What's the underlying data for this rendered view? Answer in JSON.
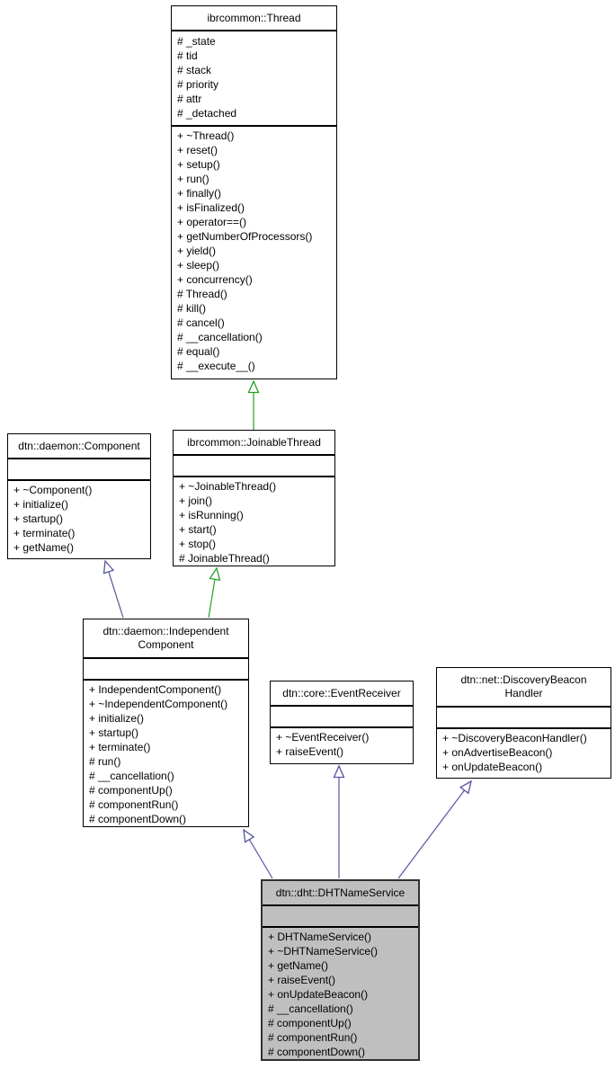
{
  "diagram_type": "uml-inheritance-graph",
  "colors": {
    "public_inheritance": "#54549e",
    "protected_inheritance": "#27a027",
    "node_fill": "#ffffff",
    "node_border": "#000000",
    "highlight_fill": "#bfbfbf",
    "background": "#ffffff"
  },
  "classes": {
    "thread": {
      "title": "ibrcommon::Thread",
      "attributes": [
        "# _state",
        "# tid",
        "# stack",
        "# priority",
        "# attr",
        "# _detached"
      ],
      "methods": [
        "+ ~Thread()",
        "+ reset()",
        "+ setup()",
        "+ run()",
        "+ finally()",
        "+ isFinalized()",
        "+ operator==()",
        "+ getNumberOfProcessors()",
        "+ yield()",
        "+ sleep()",
        "+ concurrency()",
        "# Thread()",
        "# kill()",
        "# cancel()",
        "# __cancellation()",
        "# equal()",
        "# __execute__()"
      ]
    },
    "component": {
      "title": "dtn::daemon::Component",
      "attributes": [],
      "methods": [
        "+ ~Component()",
        "+ initialize()",
        "+ startup()",
        "+ terminate()",
        "+ getName()"
      ]
    },
    "joinable": {
      "title": "ibrcommon::JoinableThread",
      "attributes": [],
      "methods": [
        "+ ~JoinableThread()",
        "+ join()",
        "+ isRunning()",
        "+ start()",
        "+ stop()",
        "# JoinableThread()"
      ]
    },
    "independent": {
      "title": "dtn::daemon::Independent\nComponent",
      "attributes": [],
      "methods": [
        "+ IndependentComponent()",
        "+ ~IndependentComponent()",
        "+ initialize()",
        "+ startup()",
        "+ terminate()",
        "# run()",
        "# __cancellation()",
        "# componentUp()",
        "# componentRun()",
        "# componentDown()"
      ]
    },
    "eventreceiver": {
      "title": "dtn::core::EventReceiver",
      "attributes": [],
      "methods": [
        "+ ~EventReceiver()",
        "+ raiseEvent()"
      ]
    },
    "discovery": {
      "title": "dtn::net::DiscoveryBeacon\nHandler",
      "attributes": [],
      "methods": [
        "+ ~DiscoveryBeaconHandler()",
        "+ onAdvertiseBeacon()",
        "+ onUpdateBeacon()"
      ]
    },
    "dht": {
      "title": "dtn::dht::DHTNameService",
      "attributes": [],
      "methods": [
        "+ DHTNameService()",
        "+ ~DHTNameService()",
        "+ getName()",
        "+ raiseEvent()",
        "+ onUpdateBeacon()",
        "# __cancellation()",
        "# componentUp()",
        "# componentRun()",
        "# componentDown()"
      ]
    }
  },
  "edges": [
    {
      "from": "ibrcommon::JoinableThread",
      "to": "ibrcommon::Thread",
      "relationship": "protected-inheritance"
    },
    {
      "from": "dtn::daemon::IndependentComponent",
      "to": "dtn::daemon::Component",
      "relationship": "public-inheritance"
    },
    {
      "from": "dtn::daemon::IndependentComponent",
      "to": "ibrcommon::JoinableThread",
      "relationship": "protected-inheritance"
    },
    {
      "from": "dtn::dht::DHTNameService",
      "to": "dtn::daemon::IndependentComponent",
      "relationship": "public-inheritance"
    },
    {
      "from": "dtn::dht::DHTNameService",
      "to": "dtn::core::EventReceiver",
      "relationship": "public-inheritance"
    },
    {
      "from": "dtn::dht::DHTNameService",
      "to": "dtn::net::DiscoveryBeaconHandler",
      "relationship": "public-inheritance"
    }
  ]
}
